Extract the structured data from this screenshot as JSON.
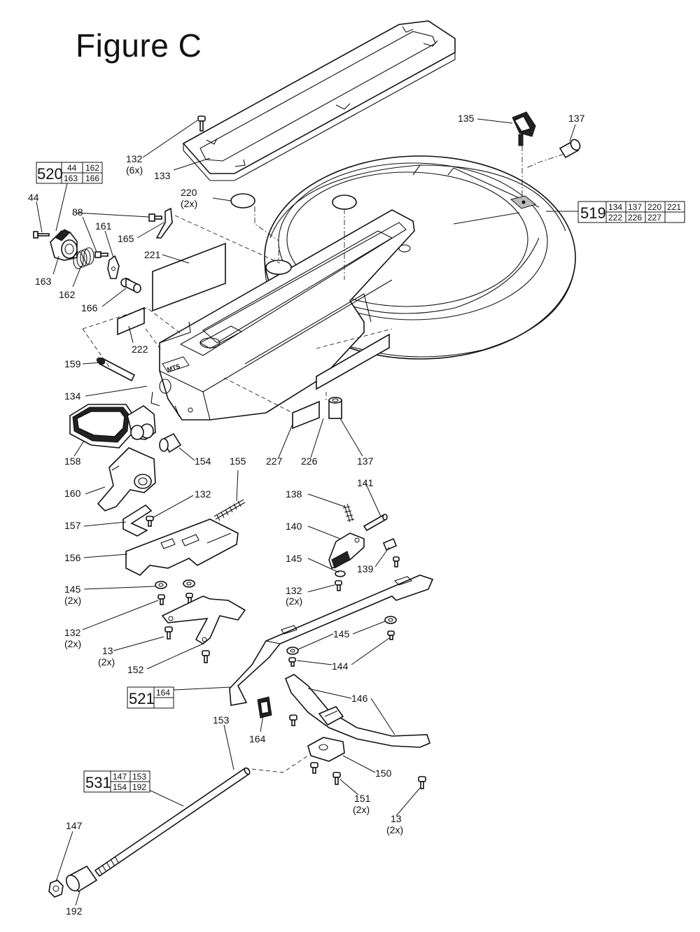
{
  "figure_title": "Figure C",
  "labels": [
    {
      "id": "l132a",
      "text": "132",
      "sub": "(6x)"
    },
    {
      "id": "l133",
      "text": "133"
    },
    {
      "id": "l135",
      "text": "135"
    },
    {
      "id": "l137a",
      "text": "137"
    },
    {
      "id": "l220",
      "text": "220",
      "sub": "(2x)"
    },
    {
      "id": "l44",
      "text": "44"
    },
    {
      "id": "l88",
      "text": "88"
    },
    {
      "id": "l161",
      "text": "161"
    },
    {
      "id": "l165",
      "text": "165"
    },
    {
      "id": "l221",
      "text": "221"
    },
    {
      "id": "l163",
      "text": "163"
    },
    {
      "id": "l162",
      "text": "162"
    },
    {
      "id": "l166",
      "text": "166"
    },
    {
      "id": "l222",
      "text": "222"
    },
    {
      "id": "l159",
      "text": "159"
    },
    {
      "id": "l134",
      "text": "134"
    },
    {
      "id": "l158",
      "text": "158"
    },
    {
      "id": "l154",
      "text": "154"
    },
    {
      "id": "l155",
      "text": "155"
    },
    {
      "id": "l227",
      "text": "227"
    },
    {
      "id": "l226",
      "text": "226"
    },
    {
      "id": "l137b",
      "text": "137"
    },
    {
      "id": "l160",
      "text": "160"
    },
    {
      "id": "l132b",
      "text": "132"
    },
    {
      "id": "l157",
      "text": "157"
    },
    {
      "id": "l156",
      "text": "156"
    },
    {
      "id": "l141",
      "text": "141"
    },
    {
      "id": "l138",
      "text": "138"
    },
    {
      "id": "l140",
      "text": "140"
    },
    {
      "id": "l145a",
      "text": "145"
    },
    {
      "id": "l139",
      "text": "139"
    },
    {
      "id": "l132c",
      "text": "132",
      "sub": "(2x)"
    },
    {
      "id": "l145b",
      "text": "145",
      "sub": "(2x)"
    },
    {
      "id": "l132d",
      "text": "132",
      "sub": "(2x)"
    },
    {
      "id": "l13a",
      "text": "13",
      "sub": "(2x)"
    },
    {
      "id": "l152",
      "text": "152"
    },
    {
      "id": "l145c",
      "text": "145"
    },
    {
      "id": "l144",
      "text": "144"
    },
    {
      "id": "l146",
      "text": "146"
    },
    {
      "id": "l153",
      "text": "153"
    },
    {
      "id": "l164",
      "text": "164"
    },
    {
      "id": "l150",
      "text": "150"
    },
    {
      "id": "l151",
      "text": "151",
      "sub": "(2x)"
    },
    {
      "id": "l13b",
      "text": "13",
      "sub": "(2x)"
    },
    {
      "id": "l147",
      "text": "147"
    },
    {
      "id": "l192",
      "text": "192"
    }
  ],
  "kits": [
    {
      "id": "k520",
      "number": "520",
      "parts": [
        [
          "44",
          "162"
        ],
        [
          "163",
          "166"
        ]
      ]
    },
    {
      "id": "k519",
      "number": "519",
      "parts": [
        [
          "134",
          "137",
          "220",
          "221"
        ],
        [
          "222",
          "226",
          "227",
          ""
        ]
      ]
    },
    {
      "id": "k521",
      "number": "521",
      "parts": [
        [
          "164"
        ],
        [
          ""
        ]
      ]
    },
    {
      "id": "k531",
      "number": "531",
      "parts": [
        [
          "147",
          "153"
        ],
        [
          "154",
          "192"
        ]
      ]
    }
  ],
  "logo_text": "MTS"
}
